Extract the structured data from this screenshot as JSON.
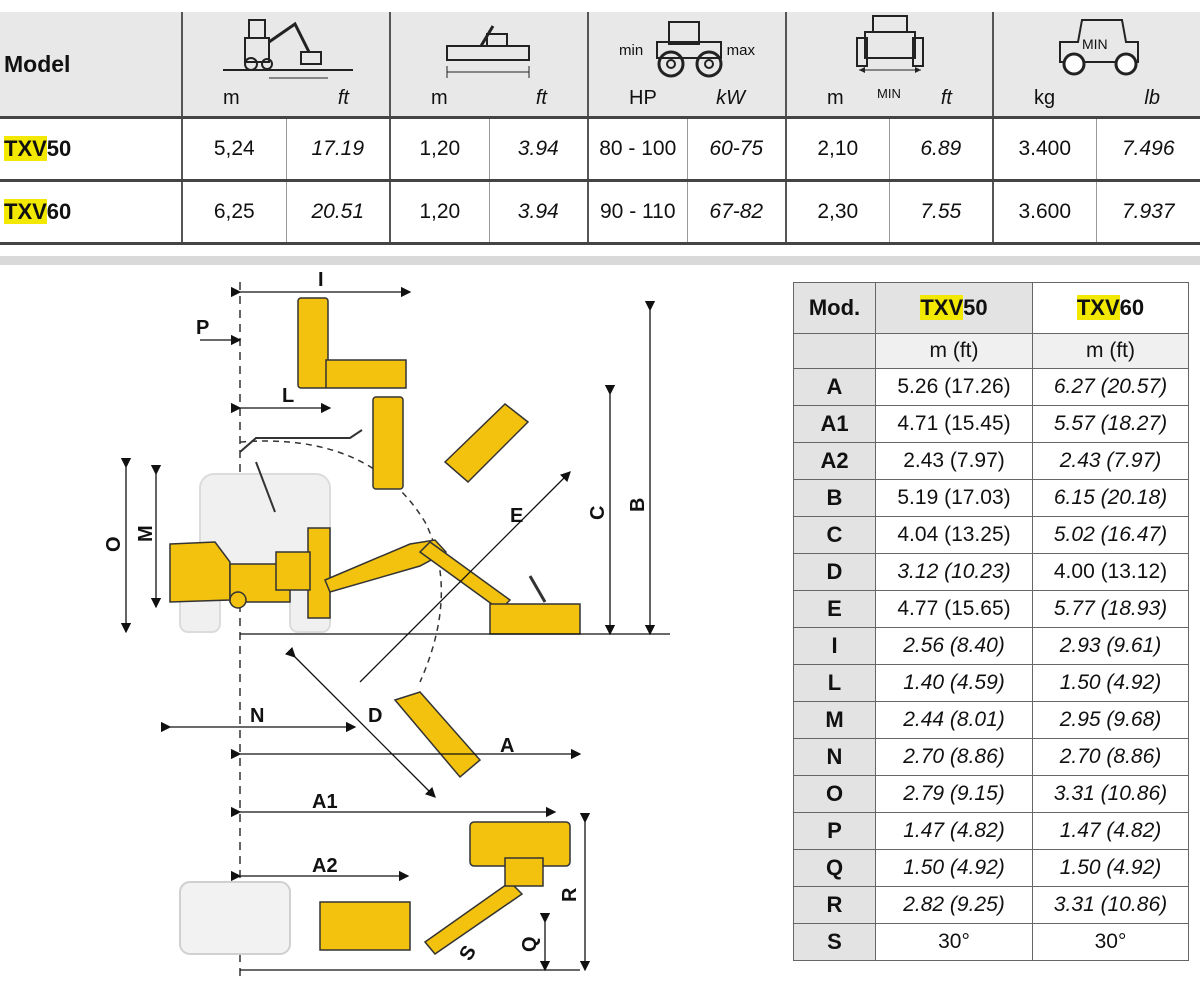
{
  "spec_table": {
    "model_header": "Model",
    "columns": [
      {
        "icon": "reach-icon",
        "unit_left": "m",
        "unit_right": "ft"
      },
      {
        "icon": "cutting-width-icon",
        "unit_left": "m",
        "unit_right": "ft"
      },
      {
        "icon": "tractor-power-icon",
        "unit_left": "HP",
        "unit_right": "kW",
        "min_label": "min",
        "max_label": "max"
      },
      {
        "icon": "min-track-icon",
        "unit_left": "m",
        "unit_right": "ft",
        "min_label": "MIN"
      },
      {
        "icon": "min-tractor-weight-icon",
        "unit_left": "kg",
        "unit_right": "lb",
        "min_label": "MIN"
      }
    ],
    "rows": [
      {
        "model_prefix": "TXV",
        "model_suffix": "50",
        "values": [
          "5,24",
          "17.19",
          "1,20",
          "3.94",
          "80 - 100",
          "60-75",
          "2,10",
          "6.89",
          "3.400",
          "7.496"
        ]
      },
      {
        "model_prefix": "TXV",
        "model_suffix": "60",
        "values": [
          "6,25",
          "20.51",
          "1,20",
          "3.94",
          "90 - 110",
          "67-82",
          "2,30",
          "7.55",
          "3.600",
          "7.937"
        ]
      }
    ]
  },
  "dimension_table": {
    "mod_label": "Mod.",
    "models": [
      {
        "prefix": "TXV",
        "suffix": "50"
      },
      {
        "prefix": "TXV",
        "suffix": "60"
      }
    ],
    "unit_row": [
      "m (ft)",
      "m (ft)"
    ],
    "rows": [
      {
        "letter": "A",
        "txv50": "5.26 (17.26)",
        "txv60": "6.27 (20.57)"
      },
      {
        "letter": "A1",
        "txv50": "4.71 (15.45)",
        "txv60": "5.57 (18.27)"
      },
      {
        "letter": "A2",
        "txv50": "2.43 (7.97)",
        "txv60": "2.43 (7.97)"
      },
      {
        "letter": "B",
        "txv50": "5.19 (17.03)",
        "txv60": "6.15 (20.18)"
      },
      {
        "letter": "C",
        "txv50": "4.04 (13.25)",
        "txv60": "5.02 (16.47)"
      },
      {
        "letter": "D",
        "txv50": "3.12 (10.23)",
        "txv60": "4.00 (13.12)"
      },
      {
        "letter": "E",
        "txv50": "4.77 (15.65)",
        "txv60": "5.77 (18.93)"
      },
      {
        "letter": "I",
        "txv50": "2.56 (8.40)",
        "txv60": "2.93 (9.61)"
      },
      {
        "letter": "L",
        "txv50": "1.40 (4.59)",
        "txv60": "1.50 (4.92)"
      },
      {
        "letter": "M",
        "txv50": "2.44 (8.01)",
        "txv60": "2.95 (9.68)"
      },
      {
        "letter": "N",
        "txv50": "2.70 (8.86)",
        "txv60": "2.70 (8.86)"
      },
      {
        "letter": "O",
        "txv50": "2.79 (9.15)",
        "txv60": "3.31 (10.86)"
      },
      {
        "letter": "P",
        "txv50": "1.47 (4.82)",
        "txv60": "1.47 (4.82)"
      },
      {
        "letter": "Q",
        "txv50": "1.50 (4.92)",
        "txv60": "1.50 (4.92)"
      },
      {
        "letter": "R",
        "txv50": "2.82 (9.25)",
        "txv60": "3.31 (10.86)"
      },
      {
        "letter": "S",
        "txv50": "30°",
        "txv60": "30°"
      }
    ]
  },
  "diagram_labels": {
    "I": "I",
    "P": "P",
    "L": "L",
    "O": "O",
    "M": "M",
    "E": "E",
    "C": "C",
    "B": "B",
    "N": "N",
    "D": "D",
    "A": "A",
    "A1": "A1",
    "A2": "A2",
    "R": "R",
    "Q": "Q",
    "S": "S"
  },
  "colors": {
    "mower_yellow": "#f2c20f",
    "highlight": "#f3e900",
    "header_grey": "#e8e8e8"
  }
}
